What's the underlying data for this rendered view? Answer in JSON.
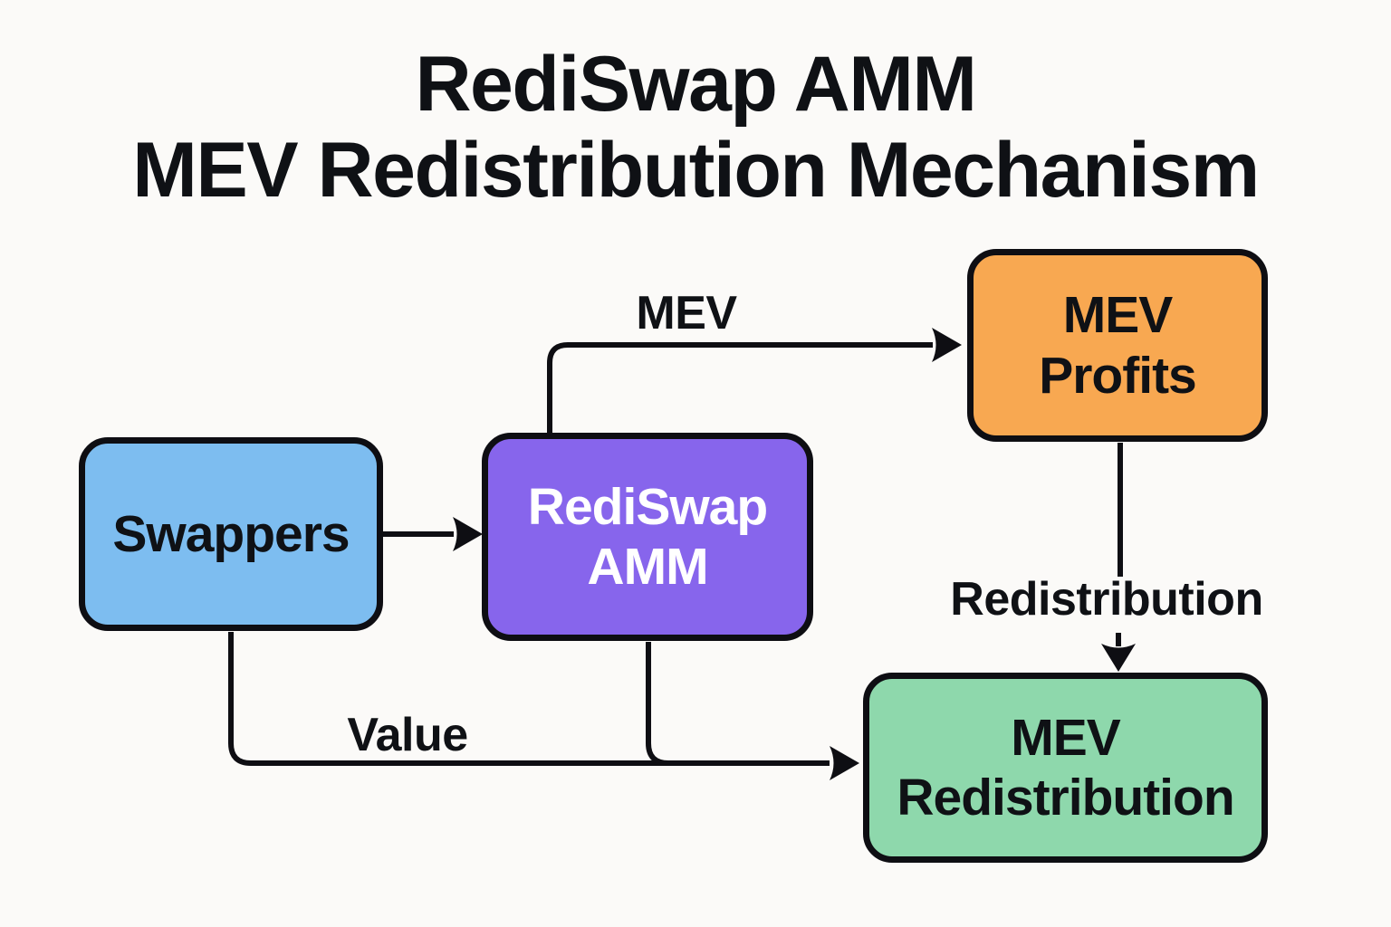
{
  "title": {
    "line1": "RediSwap AMM",
    "line2": "MEV Redistribution Mechanism"
  },
  "nodes": {
    "swappers": {
      "label": "Swappers",
      "fill": "#7dbdf0",
      "text_color": "#0f1115"
    },
    "rediswap_amm": {
      "line1": "RediSwap",
      "line2": "AMM",
      "fill": "#8765ec",
      "text_color": "#ffffff"
    },
    "mev_profits": {
      "line1": "MEV",
      "line2": "Profits",
      "fill": "#f8a851",
      "text_color": "#0f1115"
    },
    "mev_redistribution": {
      "line1": "MEV",
      "line2": "Redistribution",
      "fill": "#8ed8ac",
      "text_color": "#0f1115"
    }
  },
  "edge_labels": {
    "mev": "MEV",
    "redistribution": "Redistribution",
    "value": "Value"
  },
  "edges": [
    {
      "from": "Swappers",
      "to": "RediSwap AMM",
      "label": ""
    },
    {
      "from": "RediSwap AMM",
      "to": "MEV Profits",
      "label": "MEV"
    },
    {
      "from": "MEV Profits",
      "to": "MEV Redistribution",
      "label": "Redistribution"
    },
    {
      "from": "Swappers",
      "to": "MEV Redistribution",
      "label": "Value"
    },
    {
      "from": "RediSwap AMM",
      "to": "MEV Redistribution",
      "label": ""
    }
  ],
  "colors": {
    "background": "#fbfaf8",
    "stroke": "#0e0e13",
    "title_color": "#0f1115"
  }
}
